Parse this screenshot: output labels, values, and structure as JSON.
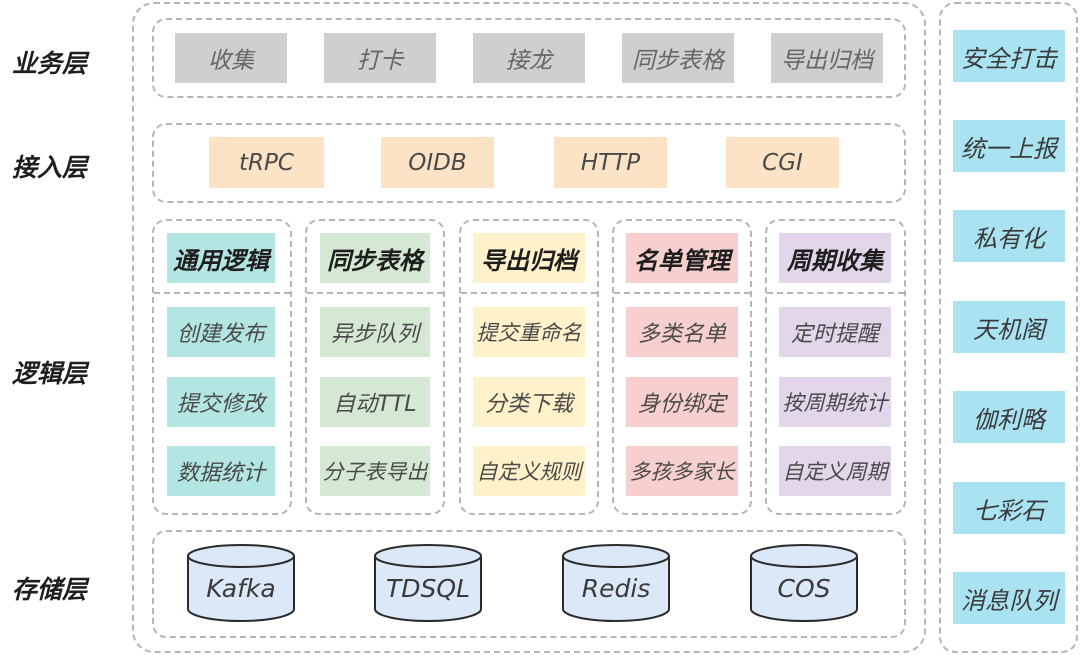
{
  "layers": {
    "business": "业务层",
    "access": "接入层",
    "logic": "逻辑层",
    "storage": "存储层"
  },
  "business_items": [
    "收集",
    "打卡",
    "接龙",
    "同步表格",
    "导出归档"
  ],
  "access_items": [
    "tRPC",
    "OIDB",
    "HTTP",
    "CGI"
  ],
  "logic_columns": [
    {
      "header": "通用逻辑",
      "items": [
        "创建发布",
        "提交修改",
        "数据统计"
      ]
    },
    {
      "header": "同步表格",
      "items": [
        "异步队列",
        "自动TTL",
        "分子表导出"
      ]
    },
    {
      "header": "导出归档",
      "items": [
        "提交重命名",
        "分类下载",
        "自定义规则"
      ]
    },
    {
      "header": "名单管理",
      "items": [
        "多类名单",
        "身份绑定",
        "多孩多家长"
      ]
    },
    {
      "header": "周期收集",
      "items": [
        "定时提醒",
        "按周期统计",
        "自定义周期"
      ]
    }
  ],
  "storage_items": [
    "Kafka",
    "TDSQL",
    "Redis",
    "COS"
  ],
  "side_items": [
    "安全打击",
    "统一上报",
    "私有化",
    "天机阁",
    "伽利略",
    "七彩石",
    "消息队列"
  ],
  "colors": {
    "business_box": "#cfcfcf",
    "access_box": "#fde3c6",
    "col_teal": "#b3e6e2",
    "col_green": "#d5e8d3",
    "col_yellow": "#fff1c9",
    "col_pink": "#f6cfcf",
    "col_purple": "#e2d6ea",
    "side_box": "#a9e3f2",
    "cylinder": "#dbe8f8",
    "dash": "#b5b5b5"
  }
}
